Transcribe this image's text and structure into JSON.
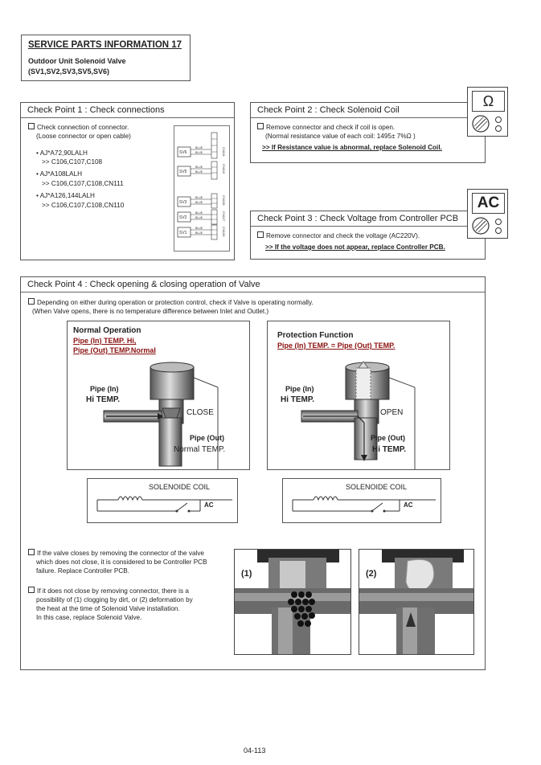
{
  "header": {
    "title": "SERVICE PARTS INFORMATION 17",
    "subtitle_line1": "Outdoor Unit Solenoid Valve",
    "subtitle_line2": "(SV1,SV2,SV3,SV5,SV6)"
  },
  "cp1": {
    "title": "Check Point 1 : Check connections",
    "line1": "Check connection of connector.",
    "line2": "(Loose connector or open cable)",
    "models": [
      {
        "model": "• AJ*A72,90LALH",
        "conn": ">> C106,C107,C108"
      },
      {
        "model": "• AJ*A108LALH",
        "conn": ">> C106,C107,C108,CN111"
      },
      {
        "model": "• AJ*A126,144LALH",
        "conn": ">> C106,C107,C108,CN110"
      }
    ],
    "diagram": {
      "valves": [
        "SV6",
        "SV5",
        "SV3",
        "SV2",
        "SV1"
      ],
      "wire": "BLUE",
      "cn": [
        "CN111",
        "CN110",
        "CN108",
        "CN107",
        "CN106"
      ]
    }
  },
  "cp2": {
    "title": "Check Point 2 :  Check Solenoid Coil",
    "line1": "Remove connector and check if coil is open.",
    "line2": "(Normal resistance value of each coil: 1495± 7%Ω )",
    "action": ">> If Resistance value is abnormal, replace Solenoid Coil.",
    "meter_symbol": "Ω"
  },
  "cp3": {
    "title": "Check Point 3 : Check Voltage from Controller PCB",
    "line1": "Remove connector and check the voltage (AC220V).",
    "action": ">> If the voltage does not appear, replace Controller PCB.",
    "meter_symbol": "AC"
  },
  "cp4": {
    "title": "Check Point 4 : Check opening & closing operation of Valve",
    "intro1": "Depending on either during operation or protection control, check if Valve is operating normally.",
    "intro2": "(When Valve opens, there is no temperature difference between Inlet and Outlet.)",
    "normal": {
      "title": "Normal Operation",
      "cond1": "Pipe (In) TEMP. Hi,",
      "cond2": "Pipe (Out) TEMP.Normal",
      "pipe_in": "Pipe (In)",
      "pipe_in_temp": "Hi TEMP.",
      "state": "CLOSE",
      "pipe_out": "Pipe (Out)",
      "pipe_out_temp": "Normal TEMP."
    },
    "protection": {
      "title": "Protection Function",
      "cond": "Pipe (In) TEMP. = Pipe (Out) TEMP.",
      "pipe_in": "Pipe (In)",
      "pipe_in_temp": "Hi TEMP.",
      "state": "OPEN",
      "pipe_out": "Pipe (Out)",
      "pipe_out_temp": "Hi TEMP."
    },
    "coil_label": "SOLENOIDE COIL",
    "ac_label": "AC",
    "note1": [
      "If the valve closes by removing the connector of the valve",
      "which does not close, it is considered to be Controller PCB",
      "failure. Replace Controller PCB."
    ],
    "note2": [
      "If it does not close by removing connector, there is a",
      "possibility of (1) clogging by dirt, or (2) deformation by",
      "the heat at the time of Solenoid Valve installation.",
      "In this case, replace Solenoid Valve."
    ],
    "photo1_label": "(1)",
    "photo2_label": "(2)"
  },
  "footer": {
    "page": "04-113"
  }
}
